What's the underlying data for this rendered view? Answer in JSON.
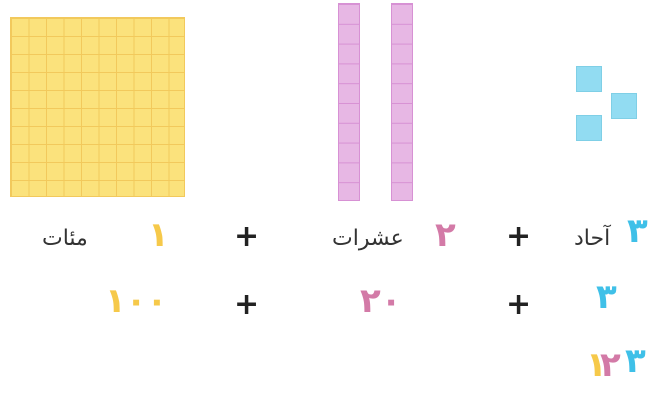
{
  "row1": {
    "hundreds_word": "مئات",
    "hundreds_digit": "١",
    "plus_1": "+",
    "tens_word": "عشرات",
    "tens_digit": "٢",
    "plus_2": "+",
    "ones_word": "آحاد",
    "ones_digit": "٣"
  },
  "row2": {
    "hundreds_value": "١٠٠",
    "plus_1": "+",
    "tens_value": "٢٠",
    "plus_2": "+",
    "ones_value": "٣"
  },
  "row3": {
    "hundreds_digit": "١",
    "tens_digit": "٢",
    "ones_digit": "٣"
  },
  "colors": {
    "hundreds": "#f6c94a",
    "tens": "#d37aa7",
    "ones": "#3fc0e8"
  }
}
